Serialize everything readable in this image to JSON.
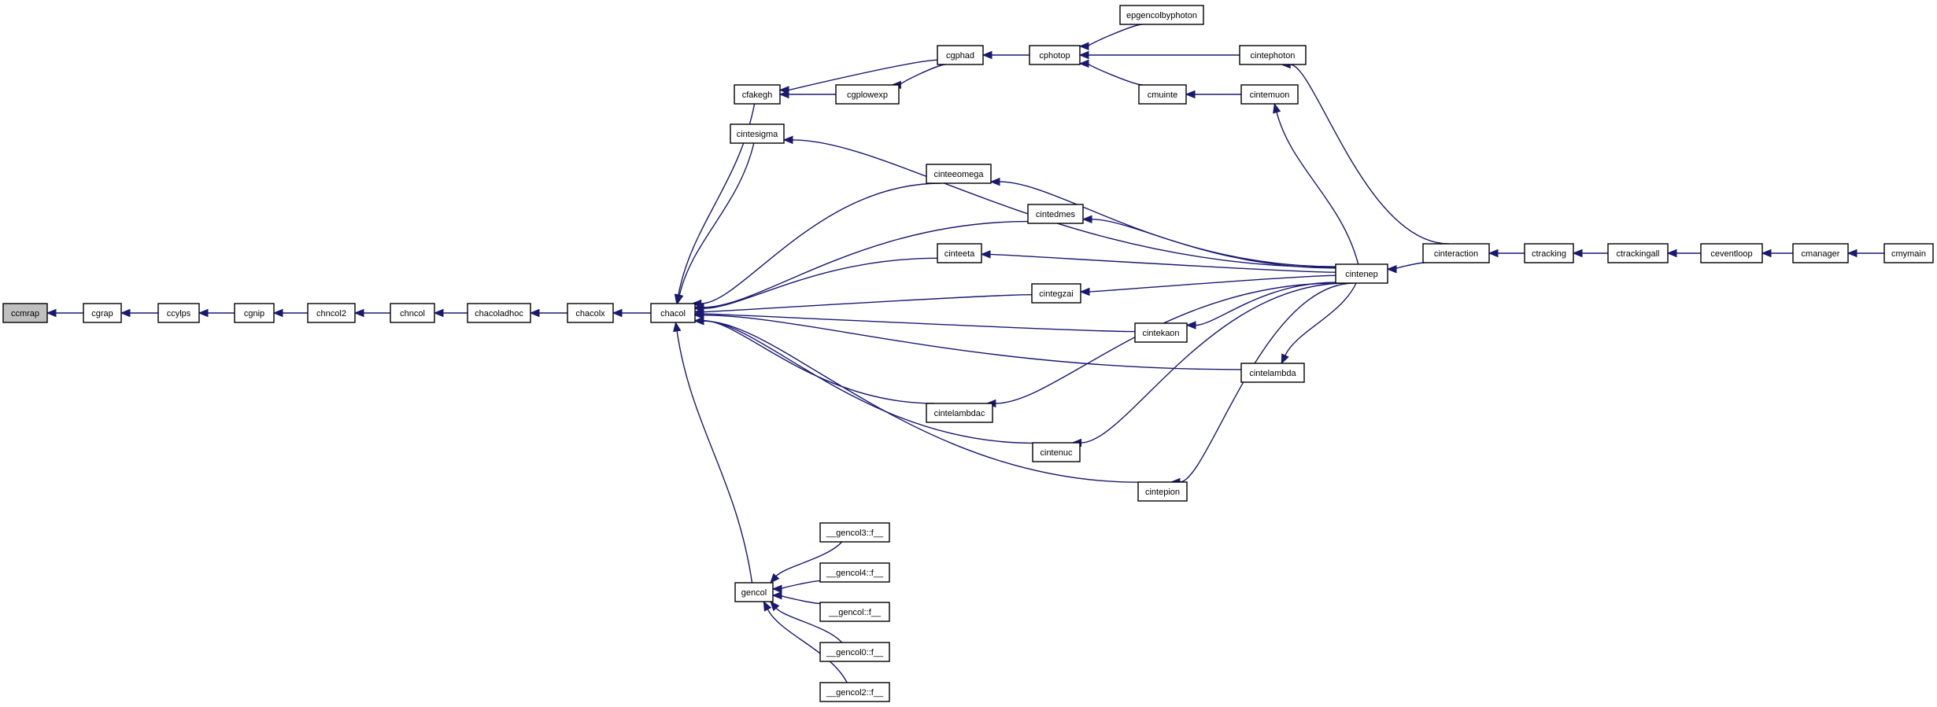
{
  "colors": {
    "edge": "#191970",
    "node_border": "#000000",
    "node_fill": "#ffffff",
    "root_fill": "#bfbfbf"
  },
  "nodes": [
    {
      "id": "ccmrap",
      "label": "ccmrap",
      "root": true
    },
    {
      "id": "cgrap",
      "label": "cgrap"
    },
    {
      "id": "ccylps",
      "label": "ccylps"
    },
    {
      "id": "cgnip",
      "label": "cgnip"
    },
    {
      "id": "chncol2",
      "label": "chncol2"
    },
    {
      "id": "chncol",
      "label": "chncol"
    },
    {
      "id": "chacoladhoc",
      "label": "chacoladhoc"
    },
    {
      "id": "chacolx",
      "label": "chacolx"
    },
    {
      "id": "chacol",
      "label": "chacol"
    },
    {
      "id": "cfakegh",
      "label": "cfakegh"
    },
    {
      "id": "cintesigma",
      "label": "cintesigma"
    },
    {
      "id": "cinteeomega",
      "label": "cinteeomega"
    },
    {
      "id": "cintedmes",
      "label": "cintedmes"
    },
    {
      "id": "cinteeta",
      "label": "cinteeta"
    },
    {
      "id": "cintegzai",
      "label": "cintegzai"
    },
    {
      "id": "cintekaon",
      "label": "cintekaon"
    },
    {
      "id": "cintelambda",
      "label": "cintelambda"
    },
    {
      "id": "cintelambdac",
      "label": "cintelambdac"
    },
    {
      "id": "cintenuc",
      "label": "cintenuc"
    },
    {
      "id": "cintepion",
      "label": "cintepion"
    },
    {
      "id": "gencol",
      "label": "gencol"
    },
    {
      "id": "cgphad",
      "label": "cgphad"
    },
    {
      "id": "cgplowexp",
      "label": "cgplowexp"
    },
    {
      "id": "cphotop",
      "label": "cphotop"
    },
    {
      "id": "epgencolbyphoton",
      "label": "epgencolbyphoton"
    },
    {
      "id": "cintephoton",
      "label": "cintephoton"
    },
    {
      "id": "cmuinte",
      "label": "cmuinte"
    },
    {
      "id": "cintemuon",
      "label": "cintemuon"
    },
    {
      "id": "cintenep",
      "label": "cintenep"
    },
    {
      "id": "cinteraction",
      "label": "cinteraction"
    },
    {
      "id": "ctracking",
      "label": "ctracking"
    },
    {
      "id": "ctrackingall",
      "label": "ctrackingall"
    },
    {
      "id": "ceventloop",
      "label": "ceventloop"
    },
    {
      "id": "cmanager",
      "label": "cmanager"
    },
    {
      "id": "cmymain",
      "label": "cmymain"
    },
    {
      "id": "gencol3",
      "label": "__gencol3::f__"
    },
    {
      "id": "gencol4",
      "label": "__gencol4::f__"
    },
    {
      "id": "gencolf",
      "label": "__gencol::f__"
    },
    {
      "id": "gencol0",
      "label": "__gencol0::f__"
    },
    {
      "id": "gencol2",
      "label": "__gencol2::f__"
    }
  ],
  "edges": [
    {
      "from": "cgrap",
      "to": "ccmrap"
    },
    {
      "from": "ccylps",
      "to": "cgrap"
    },
    {
      "from": "cgnip",
      "to": "ccylps"
    },
    {
      "from": "chncol2",
      "to": "cgnip"
    },
    {
      "from": "chncol",
      "to": "chncol2"
    },
    {
      "from": "chacoladhoc",
      "to": "chncol"
    },
    {
      "from": "chacolx",
      "to": "chacoladhoc"
    },
    {
      "from": "chacol",
      "to": "chacolx"
    },
    {
      "from": "cfakegh",
      "to": "chacol"
    },
    {
      "from": "cintesigma",
      "to": "chacol"
    },
    {
      "from": "cinteeomega",
      "to": "chacol"
    },
    {
      "from": "cintedmes",
      "to": "chacol"
    },
    {
      "from": "cinteeta",
      "to": "chacol"
    },
    {
      "from": "cintegzai",
      "to": "chacol"
    },
    {
      "from": "cintekaon",
      "to": "chacol"
    },
    {
      "from": "cintelambda",
      "to": "chacol"
    },
    {
      "from": "cintelambdac",
      "to": "chacol"
    },
    {
      "from": "cintenuc",
      "to": "chacol"
    },
    {
      "from": "cintepion",
      "to": "chacol"
    },
    {
      "from": "gencol",
      "to": "chacol"
    },
    {
      "from": "cgphad",
      "to": "cfakegh"
    },
    {
      "from": "cgplowexp",
      "to": "cfakegh"
    },
    {
      "from": "cgphad",
      "to": "cgplowexp"
    },
    {
      "from": "cphotop",
      "to": "cgphad"
    },
    {
      "from": "epgencolbyphoton",
      "to": "cphotop"
    },
    {
      "from": "cintephoton",
      "to": "cphotop"
    },
    {
      "from": "cmuinte",
      "to": "cphotop"
    },
    {
      "from": "cintemuon",
      "to": "cmuinte"
    },
    {
      "from": "cintenep",
      "to": "cintesigma"
    },
    {
      "from": "cintenep",
      "to": "cinteeomega"
    },
    {
      "from": "cintenep",
      "to": "cintedmes"
    },
    {
      "from": "cintenep",
      "to": "cinteeta"
    },
    {
      "from": "cintenep",
      "to": "cintegzai"
    },
    {
      "from": "cintenep",
      "to": "cintekaon"
    },
    {
      "from": "cintenep",
      "to": "cintelambda"
    },
    {
      "from": "cintenep",
      "to": "cintelambdac"
    },
    {
      "from": "cintenep",
      "to": "cintenuc"
    },
    {
      "from": "cintenep",
      "to": "cintepion"
    },
    {
      "from": "cintenep",
      "to": "cintemuon"
    },
    {
      "from": "cinteraction",
      "to": "cintephoton"
    },
    {
      "from": "cinteraction",
      "to": "cintenep"
    },
    {
      "from": "ctracking",
      "to": "cinteraction"
    },
    {
      "from": "ctrackingall",
      "to": "ctracking"
    },
    {
      "from": "ceventloop",
      "to": "ctrackingall"
    },
    {
      "from": "cmanager",
      "to": "ceventloop"
    },
    {
      "from": "cmymain",
      "to": "cmanager"
    },
    {
      "from": "gencol3",
      "to": "gencol"
    },
    {
      "from": "gencol4",
      "to": "gencol"
    },
    {
      "from": "gencolf",
      "to": "gencol"
    },
    {
      "from": "gencol0",
      "to": "gencol"
    },
    {
      "from": "gencol2",
      "to": "gencol"
    }
  ]
}
